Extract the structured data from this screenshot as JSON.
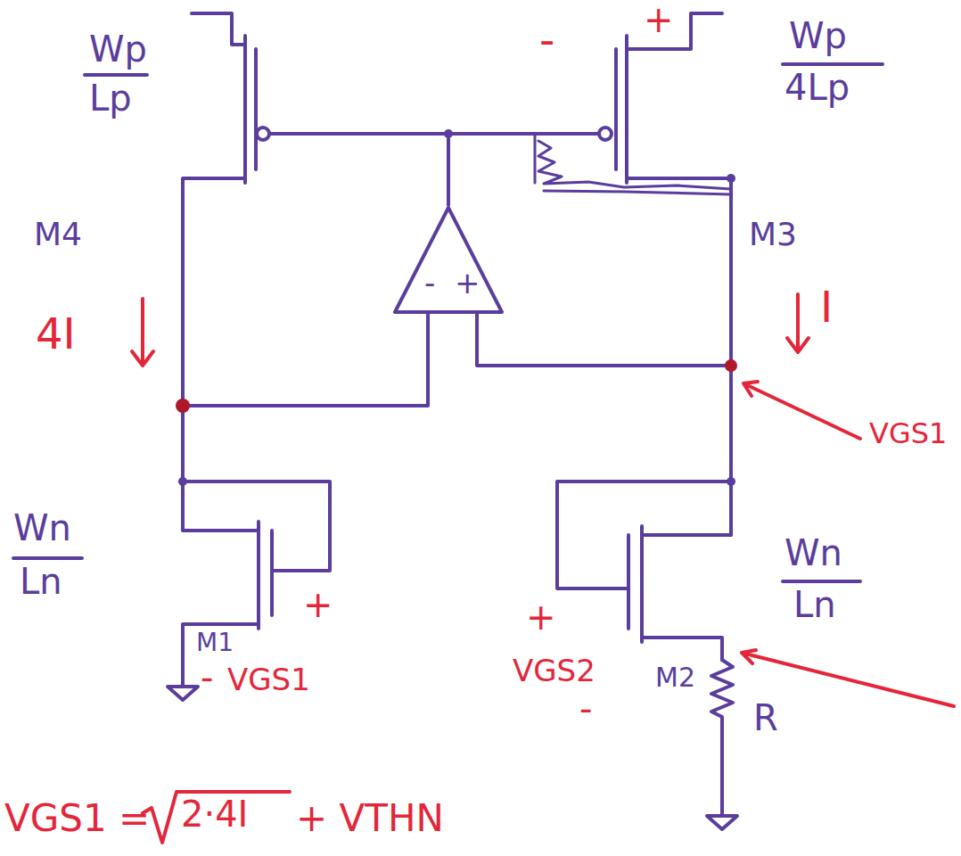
{
  "diagram": {
    "nodes": [
      {
        "text": [
          "-",
          "+"
        ]
      }
    ],
    "labels": [
      "Wp",
      "Lp",
      "M4",
      "4I",
      "-",
      "+",
      "Wp",
      "4Lp",
      "M3",
      "I",
      "VGS1",
      "Wn",
      "Ln",
      "M1",
      "+",
      "-",
      "VGS1",
      "Wn",
      "Ln",
      "+",
      "VGS2",
      "M2",
      "-",
      "R",
      "VGS1 =",
      "2·4I",
      "+ VTHN"
    ]
  }
}
